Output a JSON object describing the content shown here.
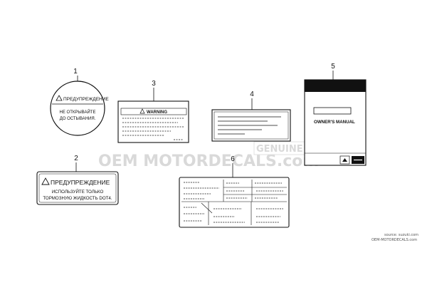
{
  "watermark": {
    "brand": "OEM MOTORDECALS.com",
    "overlay": "GENUINE",
    "source_line1": "source: suzuki.com",
    "source_line2": "OEM-MOTORDECALS.com"
  },
  "parts": [
    {
      "number": "1",
      "heading": "ПРЕДУПРЕЖДЕНИЕ",
      "line1": "НЕ ОТКРЫВАЙТЕ",
      "line2": "ДО ОСТЫВАНИЯ."
    },
    {
      "number": "2",
      "heading": "ПРЕДУПРЕЖДЕНИЕ",
      "line1": "ИСПОЛЬЗУЙТЕ ТОЛЬКО",
      "line2": "ТОРМОЗНУЮ ЖИДКОСТЬ DOT4."
    },
    {
      "number": "3",
      "heading": "WARNING"
    },
    {
      "number": "4"
    },
    {
      "number": "5",
      "title": "OWNER'S MANUAL"
    },
    {
      "number": "6"
    }
  ]
}
